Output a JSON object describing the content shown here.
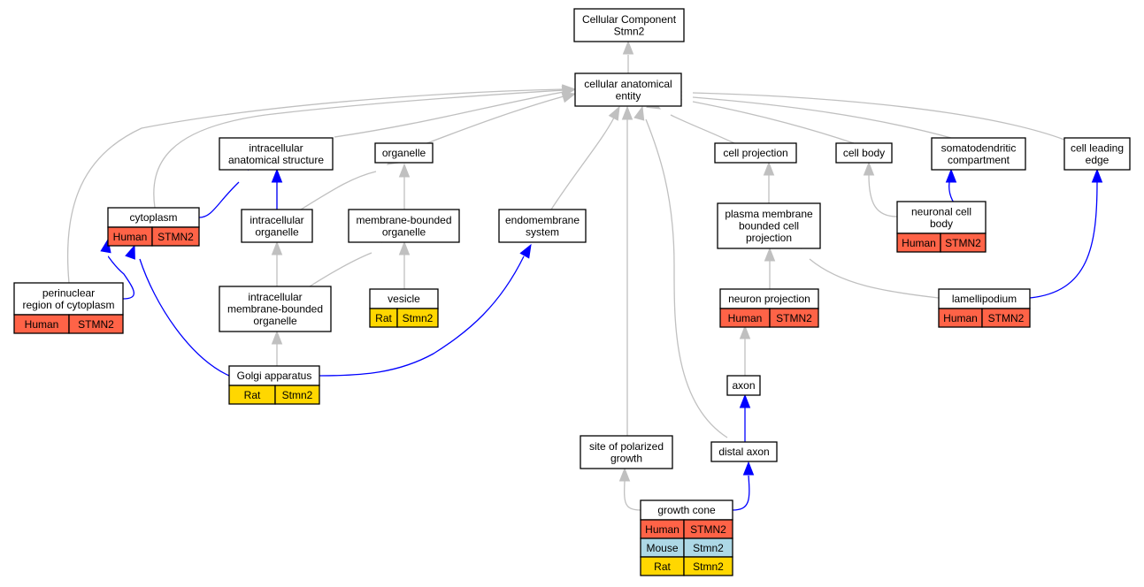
{
  "colors": {
    "is_a_edge": "#c0c0c0",
    "part_of_edge": "#0000ff",
    "human": "#ff6347",
    "mouse": "#add8e6",
    "rat": "#ffd700"
  },
  "nodes": {
    "root": [
      "Cellular Component",
      "Stmn2"
    ],
    "cae": [
      "cellular anatomical",
      "entity"
    ],
    "ias": [
      "intracellular",
      "anatomical structure"
    ],
    "organelle": [
      "organelle"
    ],
    "cellproj": [
      "cell projection"
    ],
    "cellbody": [
      "cell body"
    ],
    "somato": [
      "somatodendritic",
      "compartment"
    ],
    "leading": [
      "cell leading",
      "edge"
    ],
    "cytoplasm": [
      "cytoplasm"
    ],
    "io": [
      "intracellular",
      "organelle"
    ],
    "mbo": [
      "membrane-bounded",
      "organelle"
    ],
    "endo": [
      "endomembrane",
      "system"
    ],
    "pmbcp": [
      "plasma membrane",
      "bounded cell",
      "projection"
    ],
    "ncb": [
      "neuronal cell",
      "body"
    ],
    "perinuc": [
      "perinuclear",
      "region of cytoplasm"
    ],
    "imbo": [
      "intracellular",
      "membrane-bounded",
      "organelle"
    ],
    "vesicle": [
      "vesicle"
    ],
    "neuronproj": [
      "neuron projection"
    ],
    "lamelli": [
      "lamellipodium"
    ],
    "golgi": [
      "Golgi apparatus"
    ],
    "axon": [
      "axon"
    ],
    "polarized": [
      "site of polarized",
      "growth"
    ],
    "distal": [
      "distal axon"
    ],
    "growthcone": [
      "growth cone"
    ]
  },
  "annotations": {
    "cytoplasm": [
      [
        "Human",
        "STMN2"
      ]
    ],
    "ncb": [
      [
        "Human",
        "STMN2"
      ]
    ],
    "perinuc": [
      [
        "Human",
        "STMN2"
      ]
    ],
    "vesicle": [
      [
        "Rat",
        "Stmn2"
      ]
    ],
    "neuronproj": [
      [
        "Human",
        "STMN2"
      ]
    ],
    "lamelli": [
      [
        "Human",
        "STMN2"
      ]
    ],
    "golgi": [
      [
        "Rat",
        "Stmn2"
      ]
    ],
    "growthcone": [
      [
        "Human",
        "STMN2"
      ],
      [
        "Mouse",
        "Stmn2"
      ],
      [
        "Rat",
        "Stmn2"
      ]
    ]
  }
}
